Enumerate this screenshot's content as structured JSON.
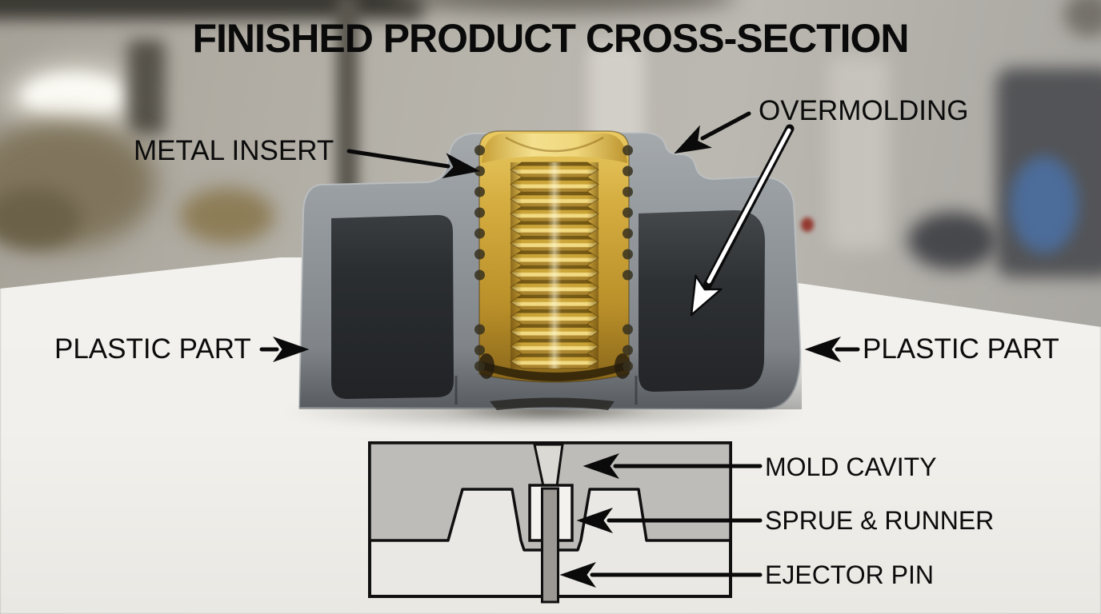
{
  "title": "FINISHED PRODUCT CROSS-SECTION",
  "annotations": {
    "metal_insert": "METAL INSERT",
    "overmolding": "OVERMOLDING",
    "plastic_part_left": "PLASTIC PART",
    "plastic_part_right": "PLASTIC PART"
  },
  "inset": {
    "mold_cavity": "MOLD CAVITY",
    "sprue_runner": "SPRUE & RUNNER",
    "ejector_pin": "EJECTOR PIN"
  },
  "colors": {
    "annotation_text": "#0c0c0c",
    "brass_gold": "#d4ac3f",
    "plastic_gray": "#8d9296",
    "cavity_dark": "#26282b",
    "table_white": "#f1f0ec",
    "mold_top_plate": "#bebcb8",
    "mold_bottom_plate": "#e9e8e4",
    "ejector_pin_gray": "#9b9893",
    "arrow_black": "#0a0a0a",
    "arrow_white": "#ffffff"
  }
}
